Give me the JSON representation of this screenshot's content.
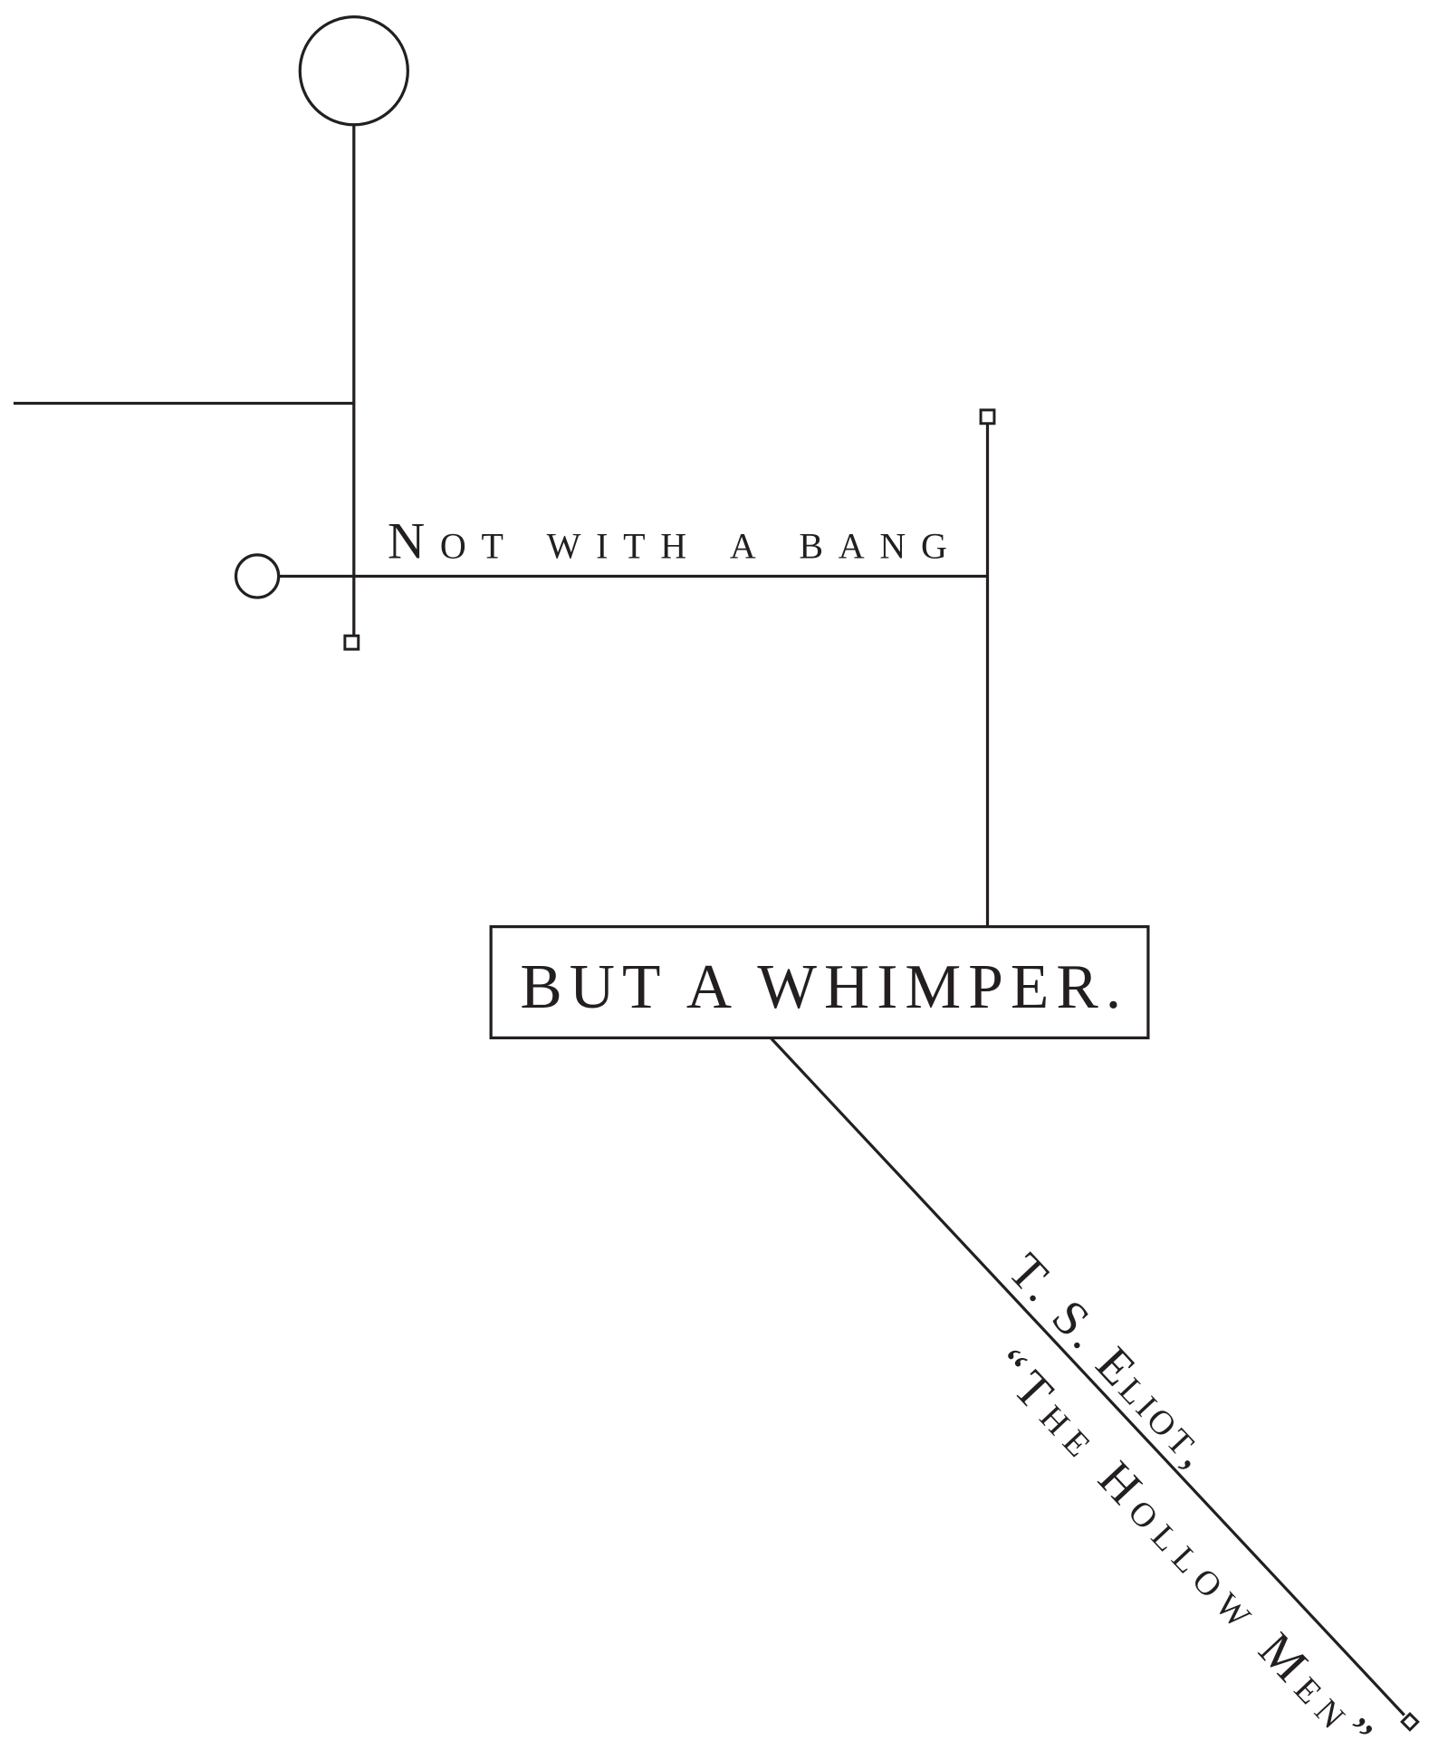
{
  "diagram": {
    "phrase_1": "Not with a bang",
    "phrase_2": "BUT A WHIMPER.",
    "attribution_author": "T. S. Eliot,",
    "attribution_title": "“The Hollow Men”",
    "ink_color": "#231f20",
    "background": "#ffffff"
  }
}
